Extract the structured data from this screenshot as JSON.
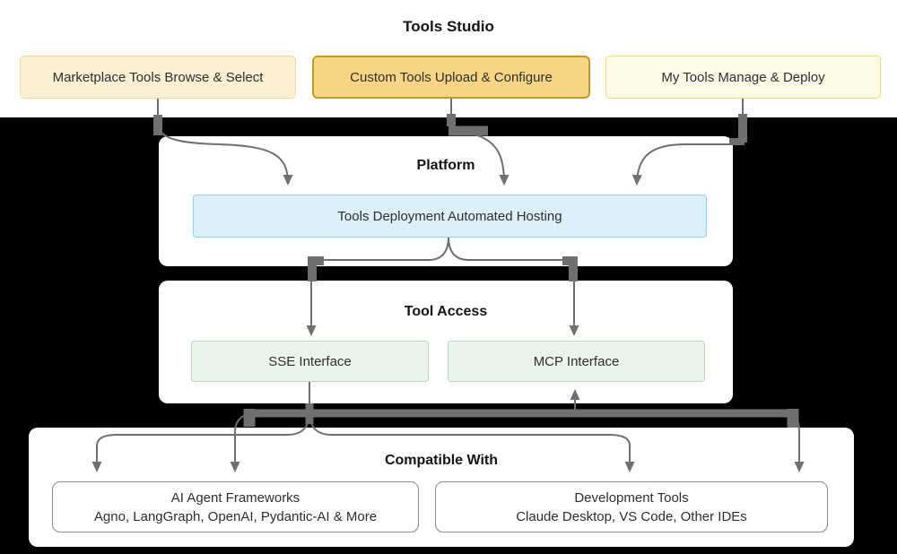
{
  "header": {
    "title": "Tools Studio"
  },
  "studio_boxes": [
    {
      "label": "Marketplace Tools Browse & Select",
      "bg": "#FCF0D4",
      "border": "#F0D79B"
    },
    {
      "label": "Custom Tools Upload & Configure",
      "bg": "#F8D583",
      "border": "#C49B1E"
    },
    {
      "label": "My Tools Manage & Deploy",
      "bg": "#FEFBE7",
      "border": "#EDDE66"
    }
  ],
  "platform": {
    "title": "Platform",
    "hosting_label": "Tools Deployment Automated Hosting",
    "box_bg": "#DCF0FA",
    "box_border": "#8AD6F5"
  },
  "tool_access": {
    "title": "Tool Access",
    "interfaces": [
      {
        "label": "SSE Interface",
        "bg": "#EAF4ED",
        "border": "#B7D9BF"
      },
      {
        "label": "MCP Interface",
        "bg": "#EAF4ED",
        "border": "#B7D9BF"
      }
    ]
  },
  "compatible": {
    "title": "Compatible With",
    "targets": [
      {
        "title": "AI Agent Frameworks",
        "subtitle": "Agno, LangGraph, OpenAI, Pydantic-AI & More"
      },
      {
        "title": "Development Tools",
        "subtitle": "Claude Desktop, VS Code, Other IDEs"
      }
    ]
  },
  "colors": {
    "background": "#000000",
    "surface": "#ffffff",
    "connector": "#6f6f6f"
  }
}
